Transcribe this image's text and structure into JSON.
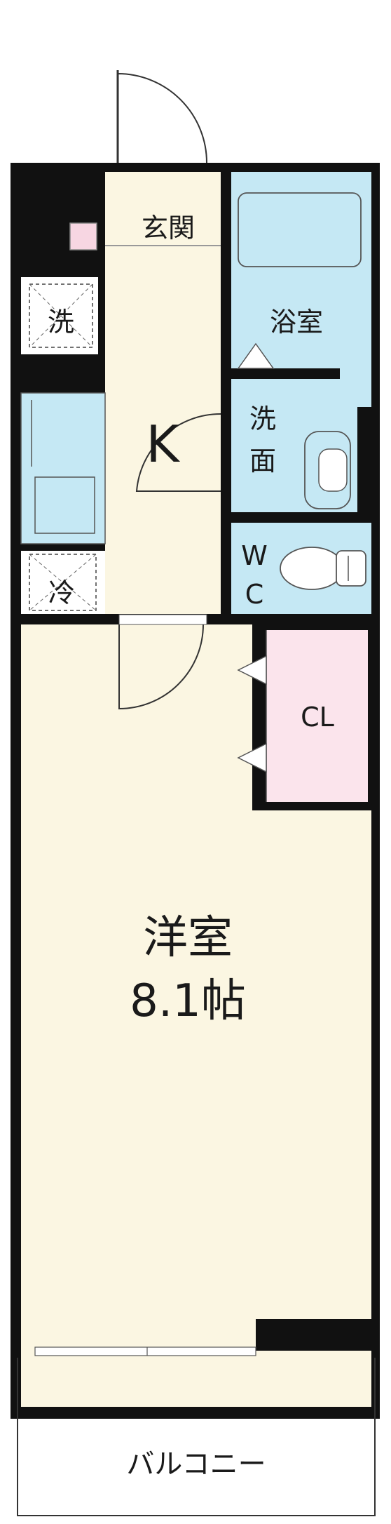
{
  "rooms": {
    "entrance": "玄関",
    "washer_space": "洗",
    "kitchen": "K",
    "fridge_space": "冷",
    "bathroom": "浴室",
    "washroom_line1": "洗",
    "washroom_line2": "面",
    "toilet_line1": "W",
    "toilet_line2": "C",
    "closet": "CL",
    "western_room": "洋室",
    "western_room_size": "8.1帖",
    "balcony": "バルコニー"
  },
  "colors": {
    "wall": "#111111",
    "floor": "#fbf6e2",
    "wet_area": "#c5e8f4",
    "closet": "#fbe4ec",
    "shoe_box": "#f7d6e2",
    "balcony": "#ffffff"
  }
}
